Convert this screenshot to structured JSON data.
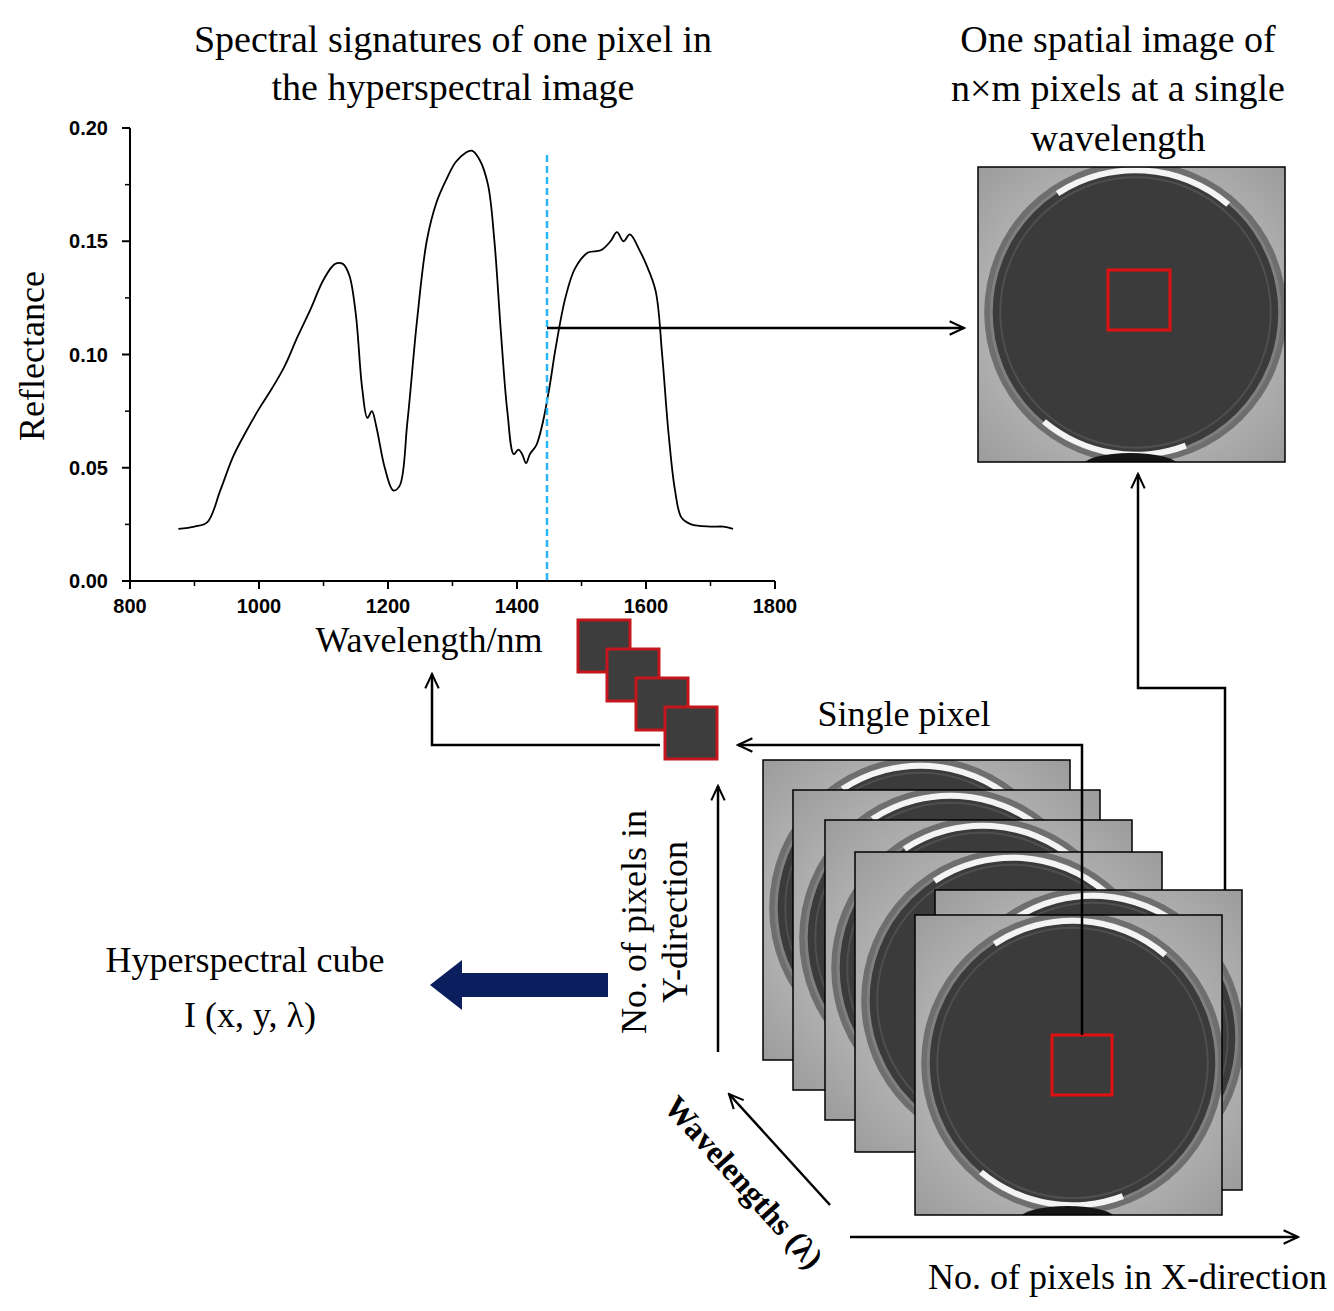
{
  "diagram": {
    "labels": [
      "Spectral signatures of one pixel in the hyperspectral image",
      "One spatial image of n×m pixels at a single wavelength",
      "Reflectance",
      "0.20",
      "0.15",
      "0.10",
      "0.05",
      "0.00",
      "800",
      "1000",
      "1200",
      "1400",
      "1600",
      "1800",
      "Wavelength/nm",
      "Single pixel",
      "No. of pixels in Y-direction",
      "Hyperspectral cube",
      "I (x, y, λ)",
      "Wavelengths (λ)",
      "No. of pixels in X-direction"
    ]
  }
}
